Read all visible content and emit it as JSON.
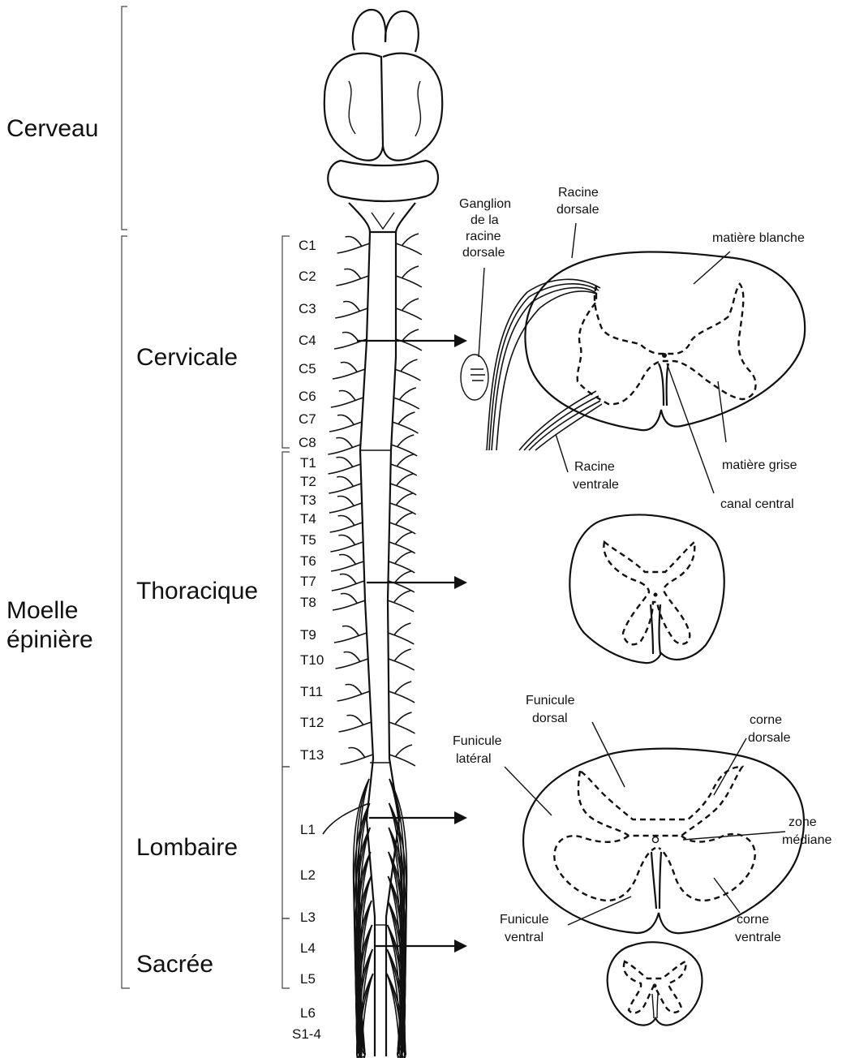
{
  "regions": {
    "cerveau": "Cerveau",
    "moelle": [
      "Moelle",
      "épinière"
    ],
    "cervicale": "Cervicale",
    "thoracique": "Thoracique",
    "lombaire": "Lombaire",
    "sacree": "Sacrée"
  },
  "segments": [
    "C1",
    "C2",
    "C3",
    "C4",
    "C5",
    "C6",
    "C7",
    "C8",
    "T1",
    "T2",
    "T3",
    "T4",
    "T5",
    "T6",
    "T7",
    "T8",
    "T9",
    "T10",
    "T11",
    "T12",
    "T13",
    "L1",
    "L2",
    "L3",
    "L4",
    "L5",
    "L6",
    "S1-4"
  ],
  "cervical_section": {
    "ganglion": [
      "Ganglion",
      "de la",
      "racine",
      "dorsale"
    ],
    "racine_dorsale": [
      "Racine",
      "dorsale"
    ],
    "matiere_blanche": "matière blanche",
    "matiere_grise": "matière grise",
    "racine_ventrale": [
      "Racine",
      "ventrale"
    ],
    "canal_central": "canal central"
  },
  "lumbar_section": {
    "funicule_dorsal": [
      "Funicule",
      "dorsal"
    ],
    "funicule_lateral": [
      "Funicule",
      "latéral"
    ],
    "corne_dorsale": [
      "corne",
      "dorsale"
    ],
    "zone_mediane": [
      "zone",
      "médiane"
    ],
    "corne_ventrale": [
      "corne",
      "ventrale"
    ],
    "funicule_ventral": [
      "Funicule",
      "ventral"
    ]
  }
}
